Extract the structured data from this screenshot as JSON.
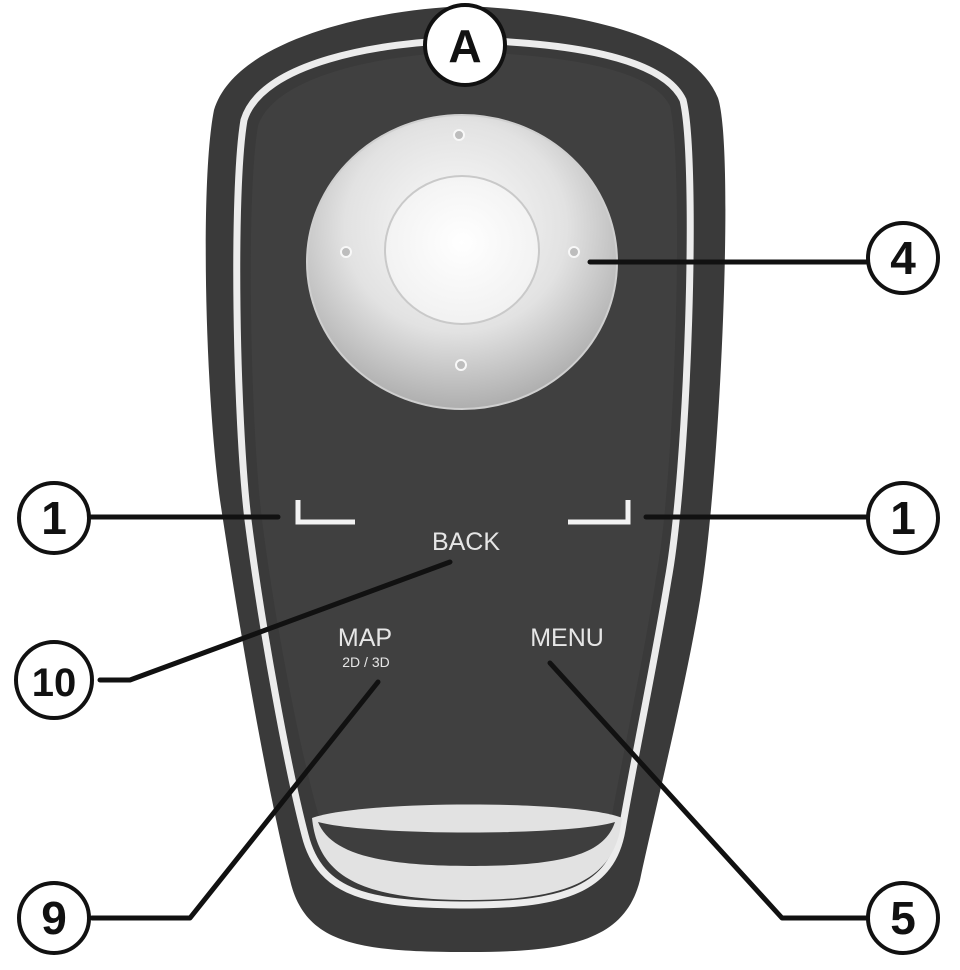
{
  "colors": {
    "body_outer": "#3c3c3c",
    "body_inner": "#404040",
    "outline": "#ececec",
    "dpad_light": "#f4f4f4",
    "dpad_dark": "#a9a9a9",
    "text": "#e6e6e6",
    "callout": "#111111"
  },
  "controller": {
    "header_label": "A",
    "buttons": {
      "back": "BACK",
      "map": "MAP",
      "map_mode": "2D / 3D",
      "menu": "MENU"
    }
  },
  "callouts": {
    "left_shortcut": "1",
    "right_shortcut": "1",
    "rotary_controller": "4",
    "menu_button": "5",
    "map_button": "9",
    "back_button": "10"
  }
}
